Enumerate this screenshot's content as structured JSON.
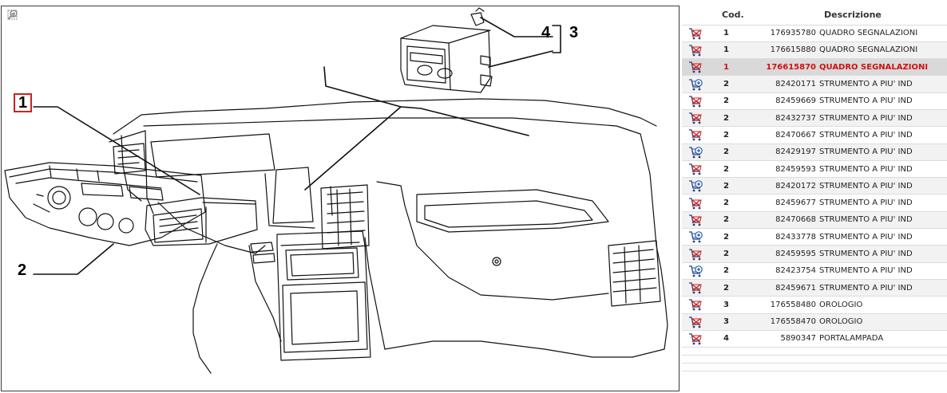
{
  "diagram": {
    "callouts": [
      {
        "id": "callout-1",
        "label": "1",
        "boxed": true
      },
      {
        "id": "callout-2",
        "label": "2",
        "boxed": false
      },
      {
        "id": "callout-3",
        "label": "3",
        "boxed": false
      },
      {
        "id": "callout-4",
        "label": "4",
        "boxed": false
      }
    ],
    "tools": [
      {
        "name": "fit-to-window-icon"
      },
      {
        "name": "zoom-in-icon"
      },
      {
        "name": "zoom-out-icon"
      }
    ]
  },
  "table": {
    "headers": {
      "icon": "",
      "qty": "Cod.",
      "code": "",
      "desc": "Descrizione"
    },
    "rows": [
      {
        "icon": "cart-remove-icon",
        "qty": "1",
        "code": "176935780",
        "desc": "QUADRO SEGNALAZIONI",
        "selected": false
      },
      {
        "icon": "cart-remove-icon",
        "qty": "1",
        "code": "176615880",
        "desc": "QUADRO SEGNALAZIONI",
        "selected": false
      },
      {
        "icon": "cart-remove-icon",
        "qty": "1",
        "code": "176615870",
        "desc": "QUADRO SEGNALAZIONI",
        "selected": true
      },
      {
        "icon": "cart-add-icon",
        "qty": "2",
        "code": "82420171",
        "desc": "STRUMENTO A PIU' IND",
        "selected": false
      },
      {
        "icon": "cart-remove-icon",
        "qty": "2",
        "code": "82459669",
        "desc": "STRUMENTO A PIU' IND",
        "selected": false
      },
      {
        "icon": "cart-remove-icon",
        "qty": "2",
        "code": "82432737",
        "desc": "STRUMENTO A PIU' IND",
        "selected": false
      },
      {
        "icon": "cart-remove-icon",
        "qty": "2",
        "code": "82470667",
        "desc": "STRUMENTO A PIU' IND",
        "selected": false
      },
      {
        "icon": "cart-add-icon",
        "qty": "2",
        "code": "82429197",
        "desc": "STRUMENTO A PIU' IND",
        "selected": false
      },
      {
        "icon": "cart-remove-icon",
        "qty": "2",
        "code": "82459593",
        "desc": "STRUMENTO A PIU' IND",
        "selected": false
      },
      {
        "icon": "cart-add-icon",
        "qty": "2",
        "code": "82420172",
        "desc": "STRUMENTO A PIU' IND",
        "selected": false
      },
      {
        "icon": "cart-remove-icon",
        "qty": "2",
        "code": "82459677",
        "desc": "STRUMENTO A PIU' IND",
        "selected": false
      },
      {
        "icon": "cart-remove-icon",
        "qty": "2",
        "code": "82470668",
        "desc": "STRUMENTO A PIU' IND",
        "selected": false
      },
      {
        "icon": "cart-add-icon",
        "qty": "2",
        "code": "82433778",
        "desc": "STRUMENTO A PIU' IND",
        "selected": false
      },
      {
        "icon": "cart-remove-icon",
        "qty": "2",
        "code": "82459595",
        "desc": "STRUMENTO A PIU' IND",
        "selected": false
      },
      {
        "icon": "cart-add-icon",
        "qty": "2",
        "code": "82423754",
        "desc": "STRUMENTO A PIU' IND",
        "selected": false
      },
      {
        "icon": "cart-remove-icon",
        "qty": "2",
        "code": "82459671",
        "desc": "STRUMENTO A PIU' IND",
        "selected": false
      },
      {
        "icon": "cart-remove-icon",
        "qty": "3",
        "code": "176558480",
        "desc": "OROLOGIO",
        "selected": false
      },
      {
        "icon": "cart-remove-icon",
        "qty": "3",
        "code": "176558470",
        "desc": "OROLOGIO",
        "selected": false
      },
      {
        "icon": "cart-remove-icon",
        "qty": "4",
        "code": "5890347",
        "desc": "PORTALAMPADA",
        "selected": false
      }
    ],
    "empty_rows": 3
  },
  "colors": {
    "selected_text": "#d01010",
    "cart_red": "#cc2222",
    "cart_blue": "#2a5db0",
    "callout_border": "#d02020"
  }
}
